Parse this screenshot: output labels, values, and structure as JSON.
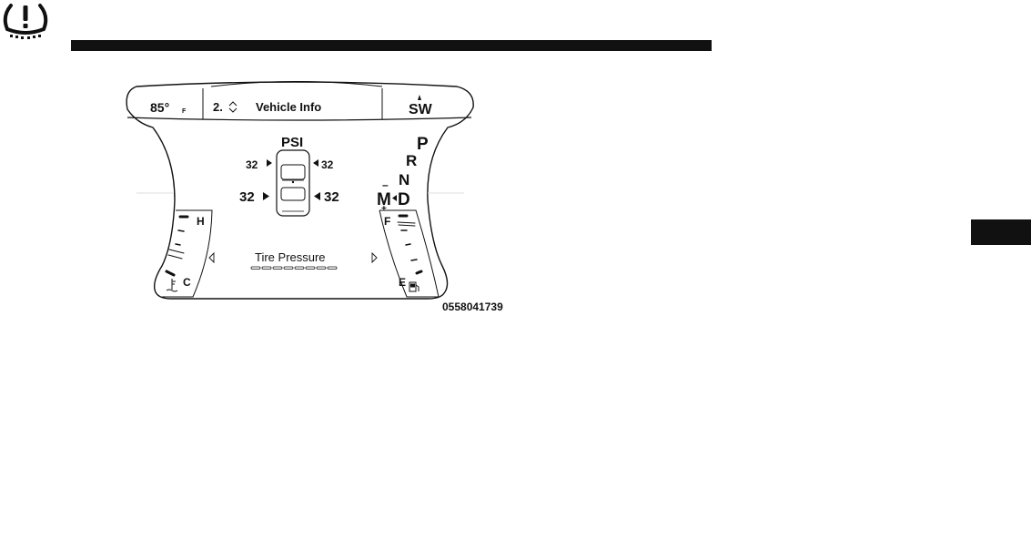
{
  "header": {
    "temperature": "85°",
    "temperature_unit": "F",
    "gear_indicator": "2.",
    "menu_title": "Vehicle Info",
    "compass": "SW"
  },
  "tire_display": {
    "unit": "PSI",
    "front_left": "32",
    "front_right": "32",
    "rear_left": "32",
    "rear_right": "32",
    "label": "Tire Pressure"
  },
  "gear_selector": {
    "park": "P",
    "reverse": "R",
    "neutral": "N",
    "manual": "M",
    "drive": "D",
    "minus": "–",
    "plus": "+"
  },
  "temp_gauge": {
    "hot": "H",
    "cold": "C"
  },
  "fuel_gauge": {
    "full": "F",
    "empty": "E"
  },
  "figure_id": "0558041739",
  "icons": {
    "tpms": "tire-pressure-warning-icon",
    "coolant": "coolant-temperature-icon",
    "fuel": "fuel-pump-icon",
    "left_arrow": "left-arrow-icon",
    "right_arrow": "right-arrow-icon",
    "car": "car-top-view-icon"
  }
}
